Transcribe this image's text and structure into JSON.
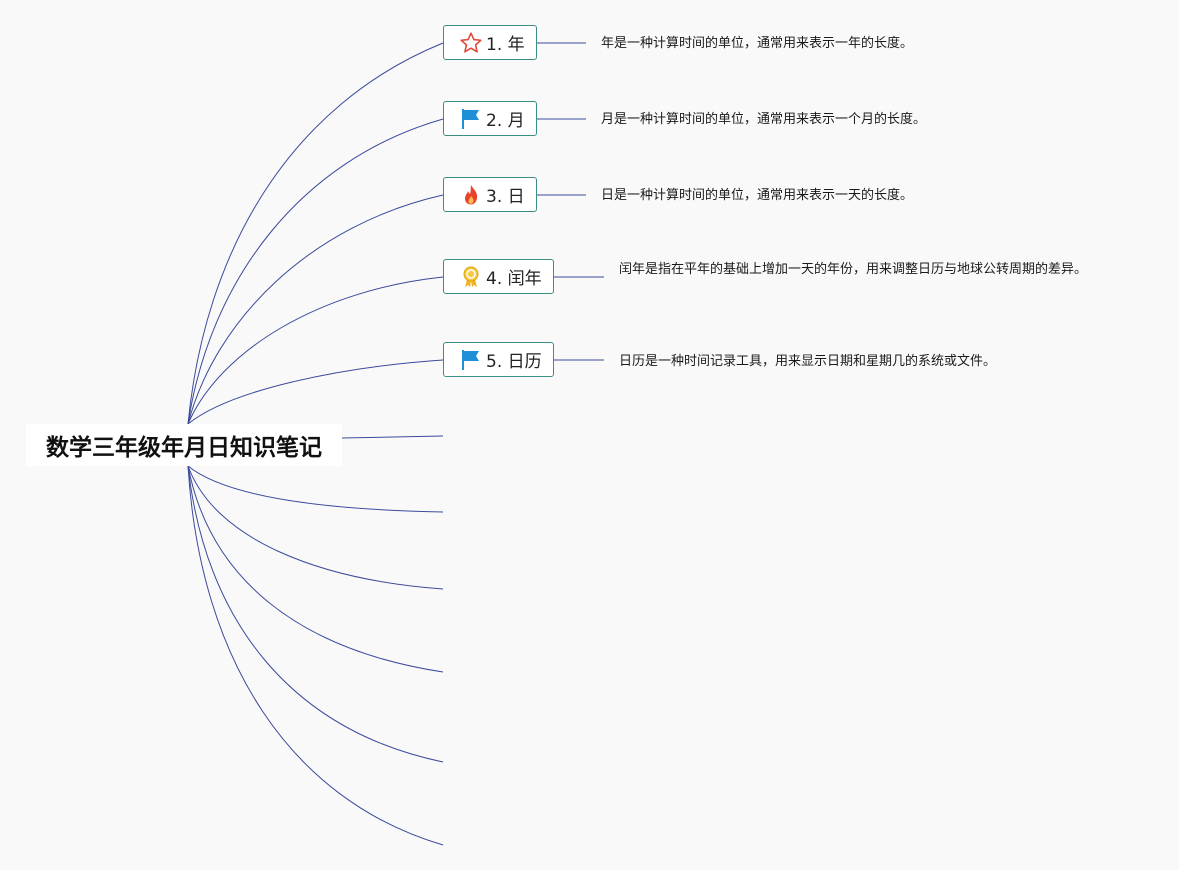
{
  "colors": {
    "background": "#f9f9fa",
    "line": "#3b4a9a",
    "topic_border": "#3a8f83"
  },
  "root": {
    "label": "数学三年级年月日知识笔记"
  },
  "topics": [
    {
      "label": "1. 年",
      "icon": "star-icon",
      "note": "年是一种计算时间的单位，通常用来表示一年的长度。"
    },
    {
      "label": "2. 月",
      "icon": "flag-icon",
      "note": "月是一种计算时间的单位，通常用来表示一个月的长度。"
    },
    {
      "label": "3. 日",
      "icon": "fire-icon",
      "note": "日是一种计算时间的单位，通常用来表示一天的长度。"
    },
    {
      "label": "4. 闰年",
      "icon": "award-icon",
      "note": "闰年是指在平年的基础上增加一天的年份，用来调整日历与地球公转周期的差异。"
    },
    {
      "label": "5. 日历",
      "icon": "flag-icon",
      "note": "日历是一种时间记录工具，用来显示日期和星期几的系统或文件。"
    }
  ]
}
